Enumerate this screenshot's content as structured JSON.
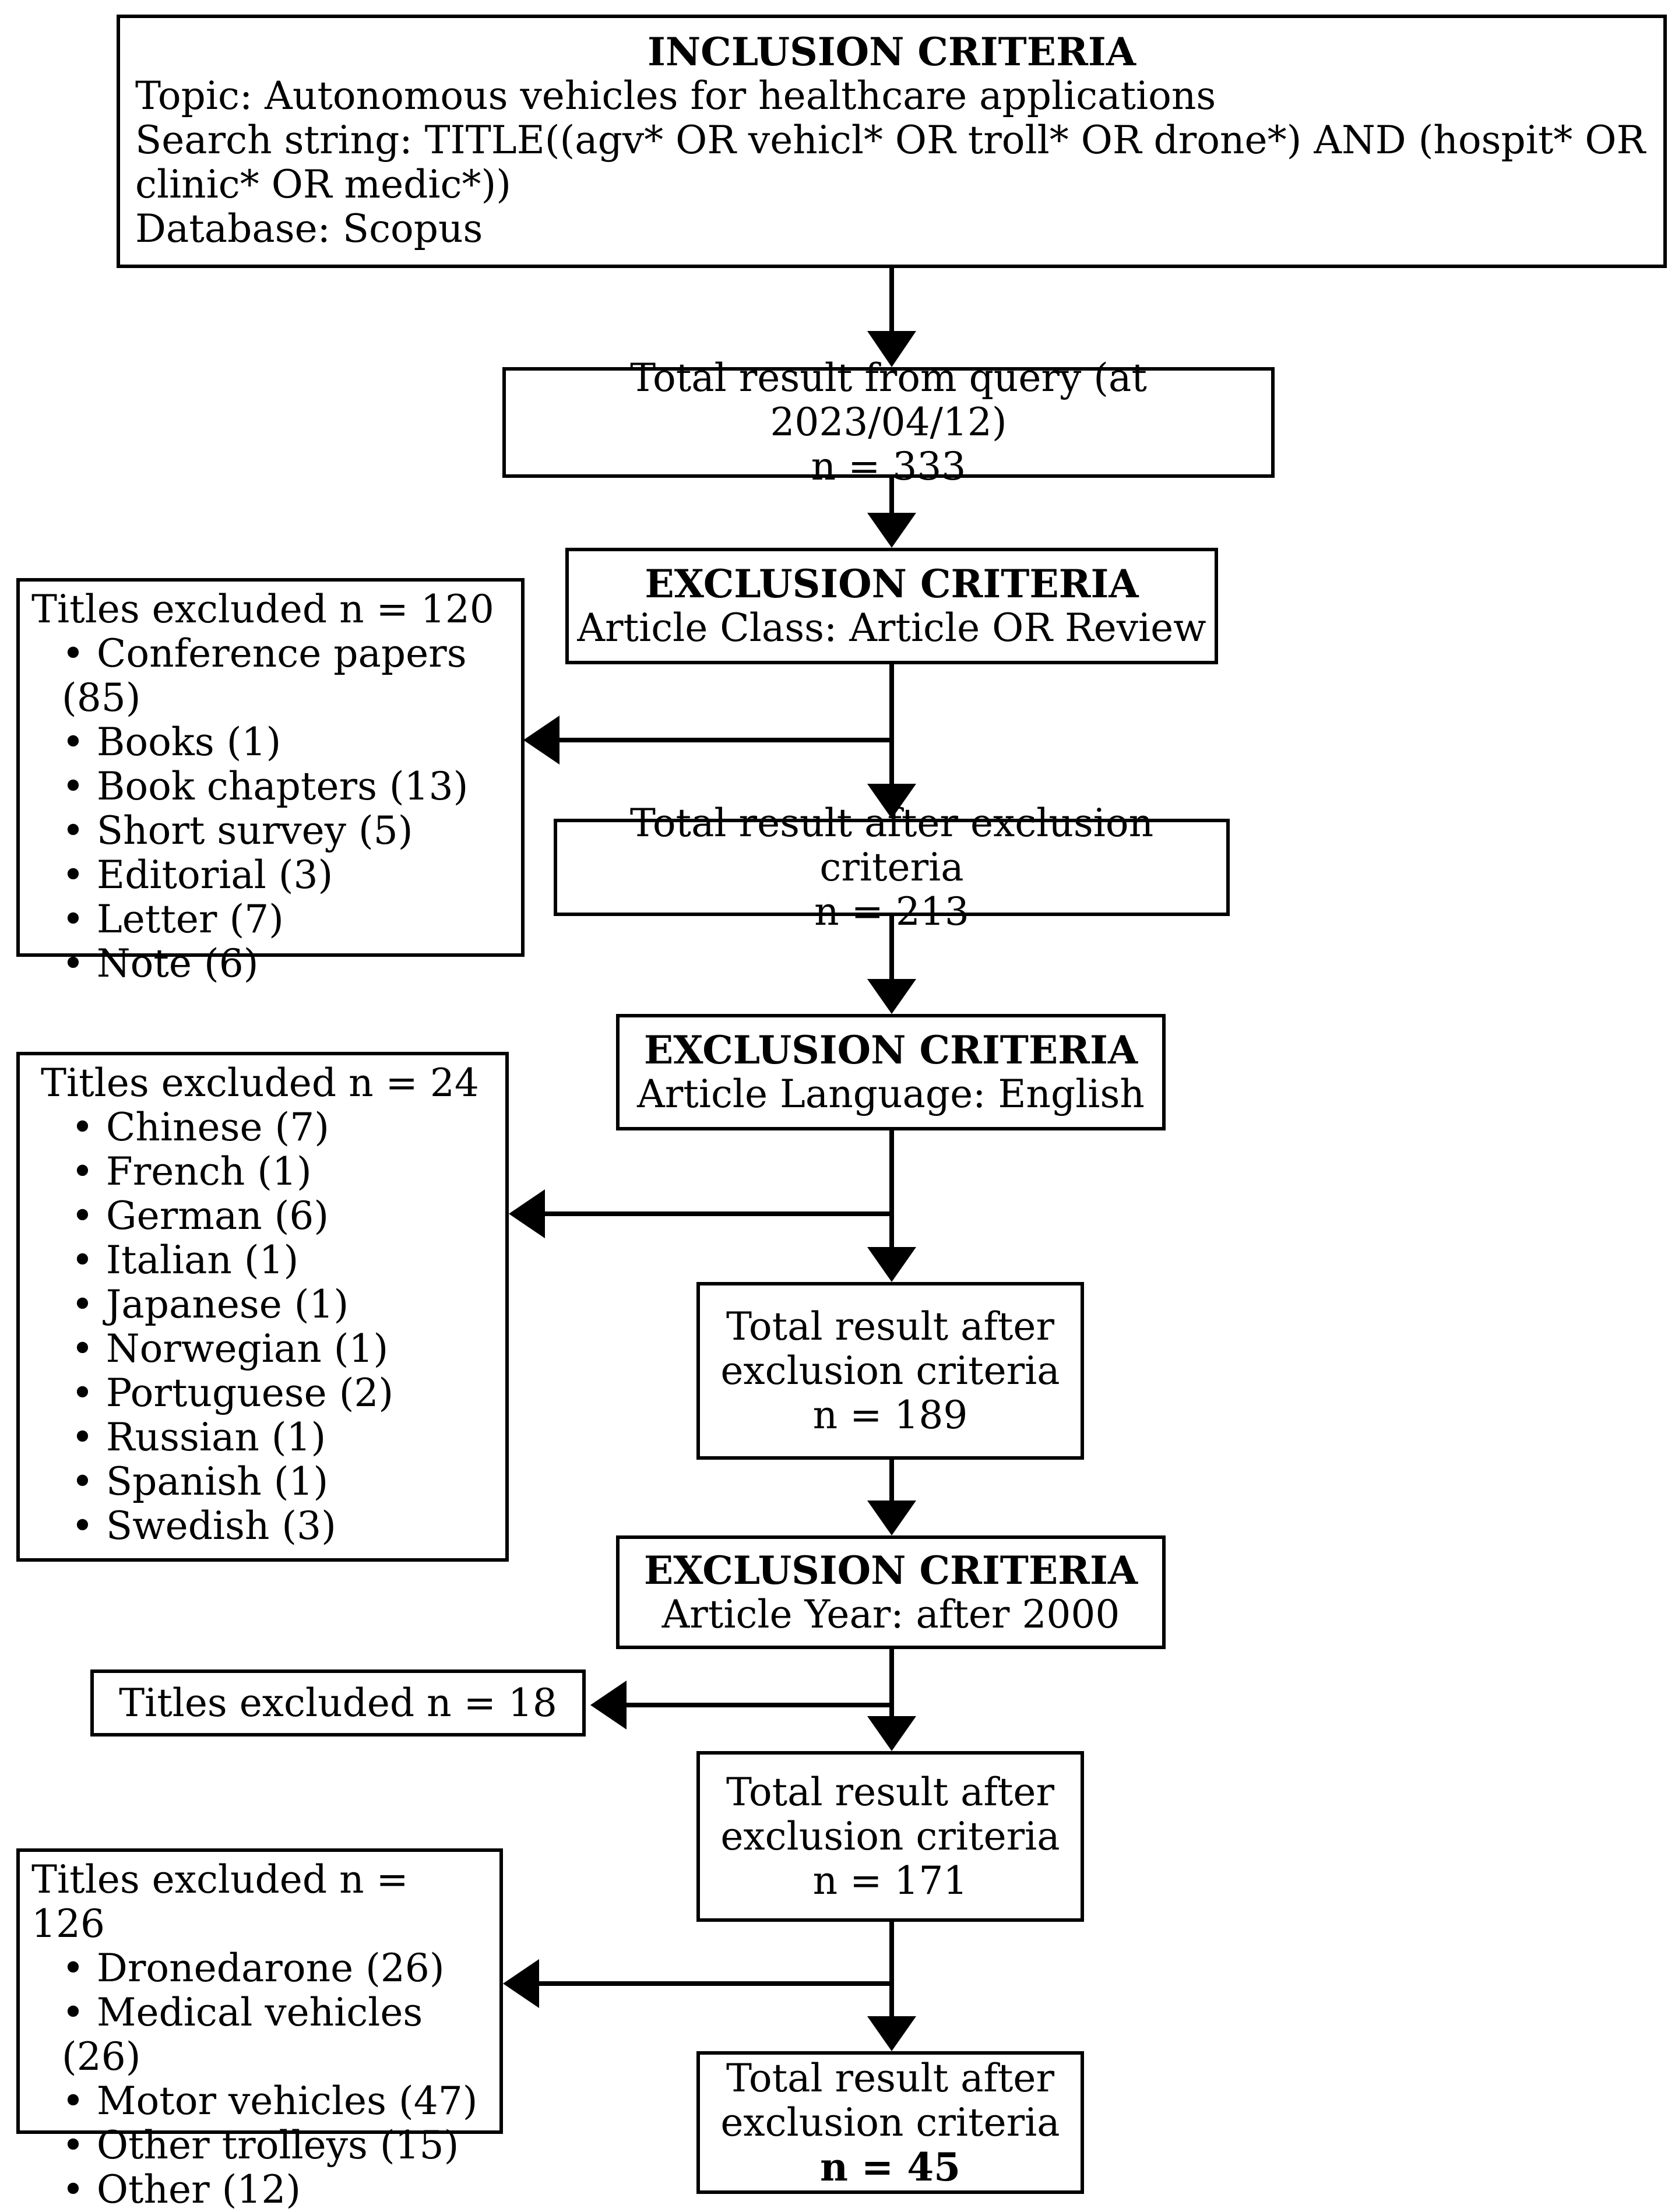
{
  "inclusion": {
    "title": "INCLUSION CRITERIA",
    "topic": "Topic: Autonomous vehicles for healthcare applications",
    "search": "Search string: TITLE((agv* OR vehicl* OR troll* OR drone*) AND (hospit* OR clinic* OR medic*))",
    "database": "Database: Scopus"
  },
  "query_result": {
    "line1": "Total result from query (at 2023/04/12)",
    "line2": "n = 333"
  },
  "exclusion_class": {
    "title": "EXCLUSION CRITERIA",
    "rule": "Article Class: Article OR Review"
  },
  "excluded_class": {
    "header": "Titles excluded n = 120",
    "items": [
      "Conference papers (85)",
      "Books (1)",
      "Book chapters (13)",
      "Short survey (5)",
      "Editorial (3)",
      "Letter (7)",
      "Note (6)"
    ]
  },
  "result_after_class": {
    "line1": "Total result after exclusion criteria",
    "line2": "n = 213"
  },
  "exclusion_language": {
    "title": "EXCLUSION CRITERIA",
    "rule": "Article Language: English"
  },
  "excluded_language": {
    "header": "Titles excluded n = 24",
    "items": [
      "Chinese (7)",
      "French (1)",
      "German (6)",
      "Italian (1)",
      "Japanese (1)",
      "Norwegian (1)",
      "Portuguese (2)",
      "Russian (1)",
      "Spanish (1)",
      "Swedish (3)"
    ]
  },
  "result_after_language": {
    "line1": "Total result after",
    "line2": "exclusion criteria",
    "line3": "n = 189"
  },
  "exclusion_year": {
    "title": "EXCLUSION CRITERIA",
    "rule": "Article Year: after 2000"
  },
  "excluded_year": {
    "header": "Titles excluded n = 18"
  },
  "result_after_year": {
    "line1": "Total result after",
    "line2": "exclusion criteria",
    "line3": "n = 171"
  },
  "excluded_topic": {
    "header": "Titles excluded n = 126",
    "items": [
      "Dronedarone (26)",
      "Medical vehicles (26)",
      "Motor vehicles (47)",
      "Other trolleys (15)",
      "Other (12)"
    ]
  },
  "final_result": {
    "line1": "Total result after",
    "line2": "exclusion criteria",
    "line3": "n = 45"
  }
}
